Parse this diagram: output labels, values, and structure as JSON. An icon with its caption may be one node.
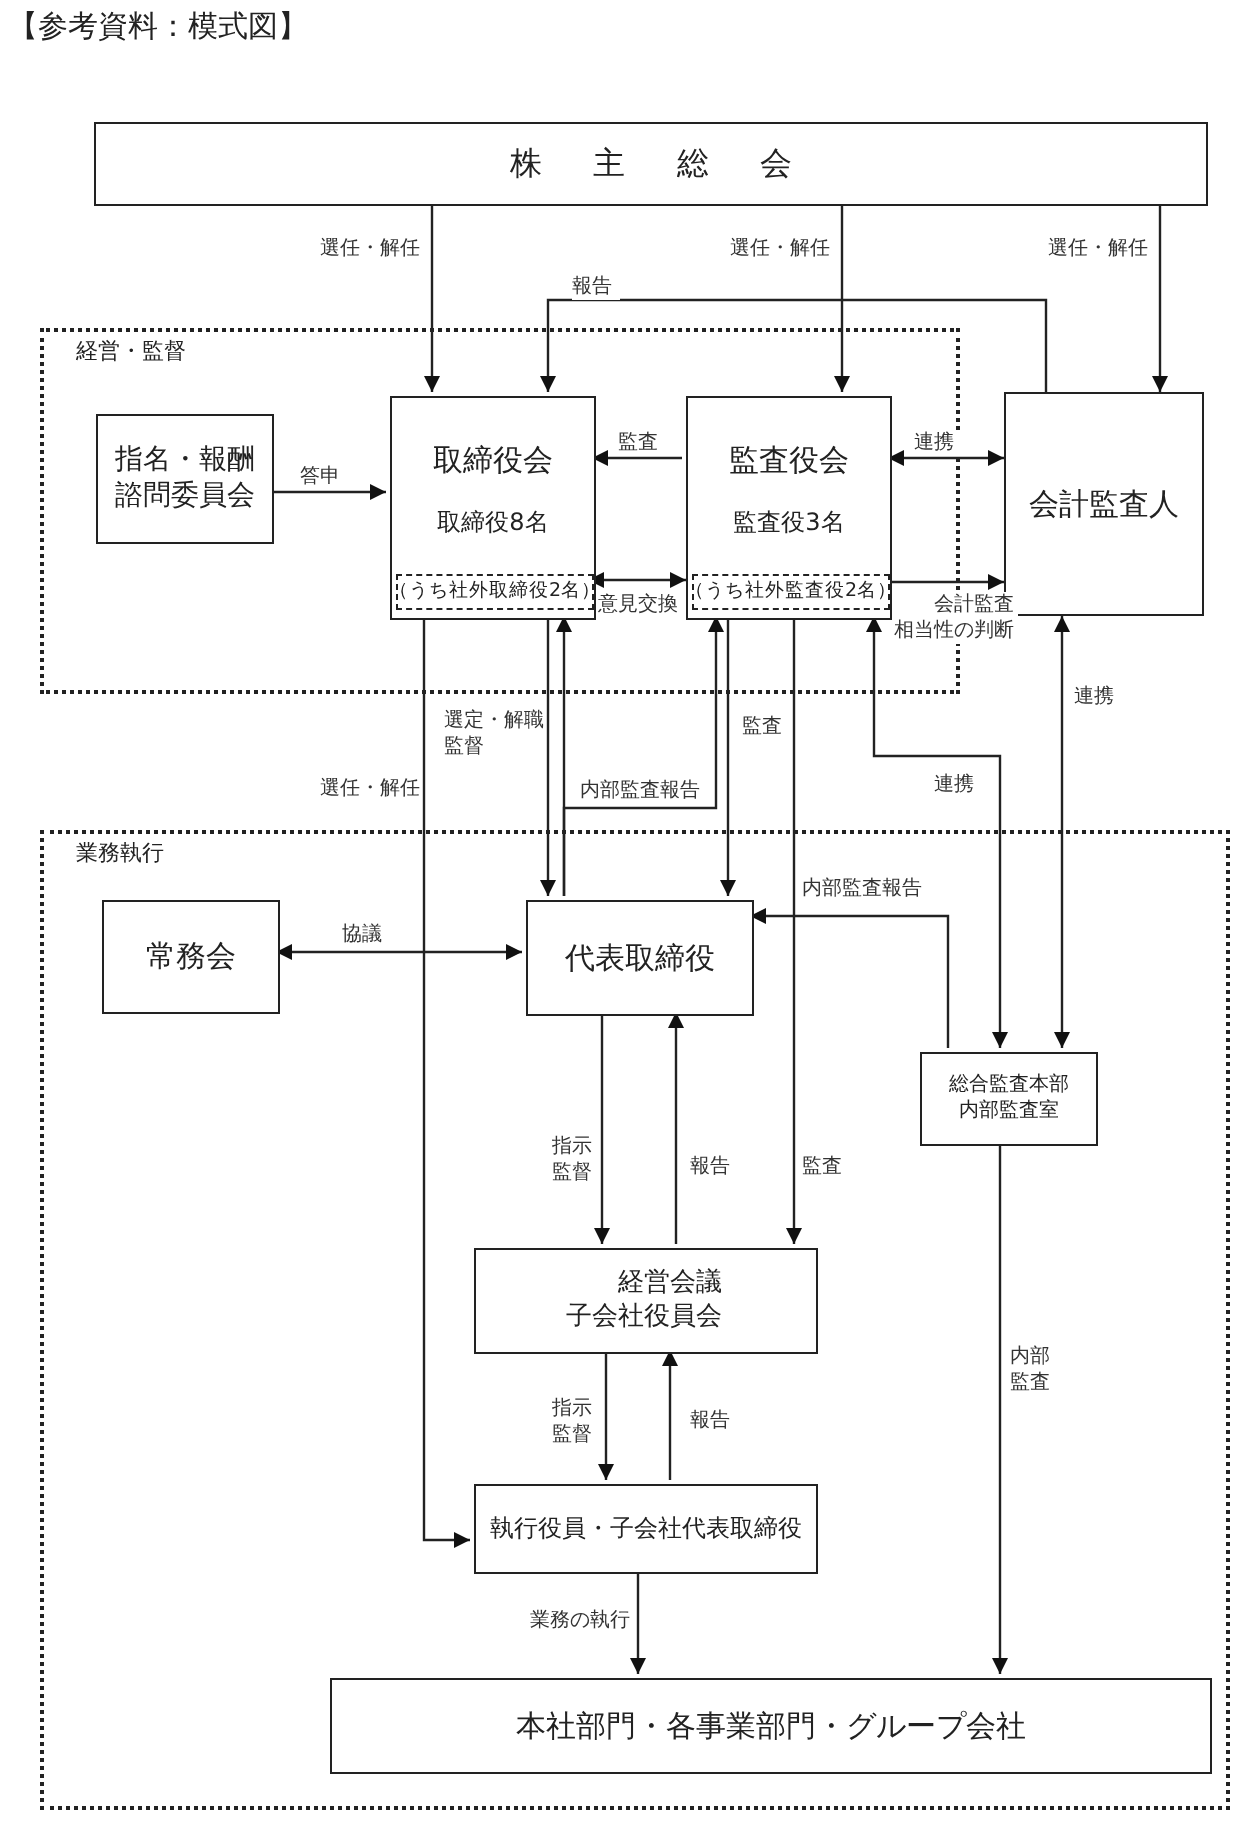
{
  "diagram": {
    "title": "【参考資料：模式図】",
    "nodes": [
      {
        "text": [
          "株主総会"
        ]
      },
      {
        "text": [
          "経営・監督"
        ]
      },
      {
        "text": [
          "指名・報酬諮問委員会"
        ],
        "in": 1
      },
      {
        "text": [
          "取締役会",
          "取締役8名"
        ],
        "in": 1
      },
      {
        "text": [
          "（うち社外取締役2名）"
        ],
        "in": 3
      },
      {
        "text": [
          "監査役会",
          "監査役3名"
        ],
        "in": 1
      },
      {
        "text": [
          "（うち社外監査役2名）"
        ],
        "in": 5
      },
      {
        "text": [
          "会計監査人"
        ]
      },
      {
        "text": [
          "業務執行"
        ]
      },
      {
        "text": [
          "常務会"
        ],
        "in": 8
      },
      {
        "text": [
          "代表取締役"
        ],
        "in": 8
      },
      {
        "text": [
          "総合監査本部内部監査室"
        ],
        "in": 8
      },
      {
        "text": [
          "経営会議子会社役員会"
        ],
        "in": 8
      },
      {
        "text": [
          "執行役員・子会社代表取締役"
        ],
        "in": 8
      },
      {
        "text": [
          "本社部門・各事業部門・グループ会社"
        ],
        "in": 8
      }
    ],
    "edges": [
      {
        "from": 0,
        "to": 3,
        "arrow": "to",
        "label": "選任・解任"
      },
      {
        "from": 0,
        "to": 5,
        "arrow": "to",
        "label": "選任・解任"
      },
      {
        "from": 0,
        "to": 7,
        "arrow": "to",
        "label": "選任・解任"
      },
      {
        "from": 7,
        "to": 3,
        "arrow": "to",
        "label": "報告"
      },
      {
        "from": 2,
        "to": 3,
        "arrow": "to",
        "label": "答申"
      },
      {
        "from": 5,
        "to": 3,
        "arrow": "to",
        "label": "監査"
      },
      {
        "from": 5,
        "to": 7,
        "arrow": "both",
        "label": "連携"
      },
      {
        "from": 4,
        "to": 6,
        "arrow": "both",
        "label": "意見交換"
      },
      {
        "from": 5,
        "to": 7,
        "arrow": "to",
        "label": "会計監査相当性の判断"
      },
      {
        "from": 3,
        "to": 13,
        "arrow": "to",
        "label": "選任・解任"
      },
      {
        "from": 3,
        "to": 10,
        "arrow": "to",
        "label": "選定・解職監督"
      },
      {
        "from": 10,
        "to": 3,
        "arrow": "to"
      },
      {
        "from": 10,
        "to": 5,
        "arrow": "to",
        "label": "内部監査報告"
      },
      {
        "from": 5,
        "to": 10,
        "arrow": "to",
        "label": "監査"
      },
      {
        "from": 5,
        "to": 12,
        "arrow": "to",
        "label": "監査"
      },
      {
        "from": 5,
        "to": 11,
        "arrow": "both",
        "label": "連携"
      },
      {
        "from": 7,
        "to": 11,
        "arrow": "both",
        "label": "連携"
      },
      {
        "from": 11,
        "to": 10,
        "arrow": "to",
        "label": "内部監査報告"
      },
      {
        "from": 9,
        "to": 10,
        "arrow": "both",
        "label": "協議"
      },
      {
        "from": 10,
        "to": 12,
        "arrow": "to",
        "label": "指示監督"
      },
      {
        "from": 12,
        "to": 10,
        "arrow": "to",
        "label": "報告"
      },
      {
        "from": 12,
        "to": 13,
        "arrow": "to",
        "label": "指示監督"
      },
      {
        "from": 13,
        "to": 12,
        "arrow": "to",
        "label": "報告"
      },
      {
        "from": 13,
        "to": 14,
        "arrow": "to",
        "label": "業務の執行"
      },
      {
        "from": 11,
        "to": 14,
        "arrow": "to",
        "label": "内部監査"
      }
    ]
  }
}
